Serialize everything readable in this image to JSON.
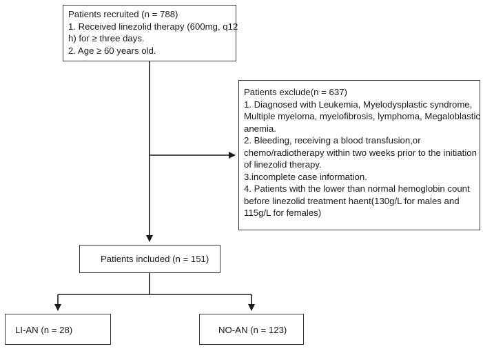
{
  "recruited": {
    "lines": [
      "Patients recruited (n = 788)",
      "1. Received linezolid therapy (600mg, q12",
      "h) for ≥ three days.",
      "2. Age ≥ 60 years old."
    ]
  },
  "exclude": {
    "lines": [
      "Patients exclude(n = 637)",
      "1. Diagnosed with Leukemia, Myelodysplastic syndrome,",
      "Multiple myeloma, myelofibrosis, lymphoma, Megaloblastic",
      "anemia.",
      "2. Bleeding, receiving a blood transfusion,or",
      "chemo/radiotherapy within two weeks prior to the initiation",
      "of linezolid therapy.",
      "3.incomplete case information.",
      "4. Patients with the lower than normal  hemoglobin count",
      "before linezolid treatment haent(130g/L for males and",
      "115g/L for females)"
    ]
  },
  "included": {
    "label": "Patients included (n = 151)"
  },
  "li_an": {
    "label": "LI-AN (n = 28)"
  },
  "no_an": {
    "label": "NO-AN (n = 123)"
  },
  "colors": {
    "line": "#1a1a1a",
    "border": "#333333",
    "text": "#1a1a1a"
  }
}
